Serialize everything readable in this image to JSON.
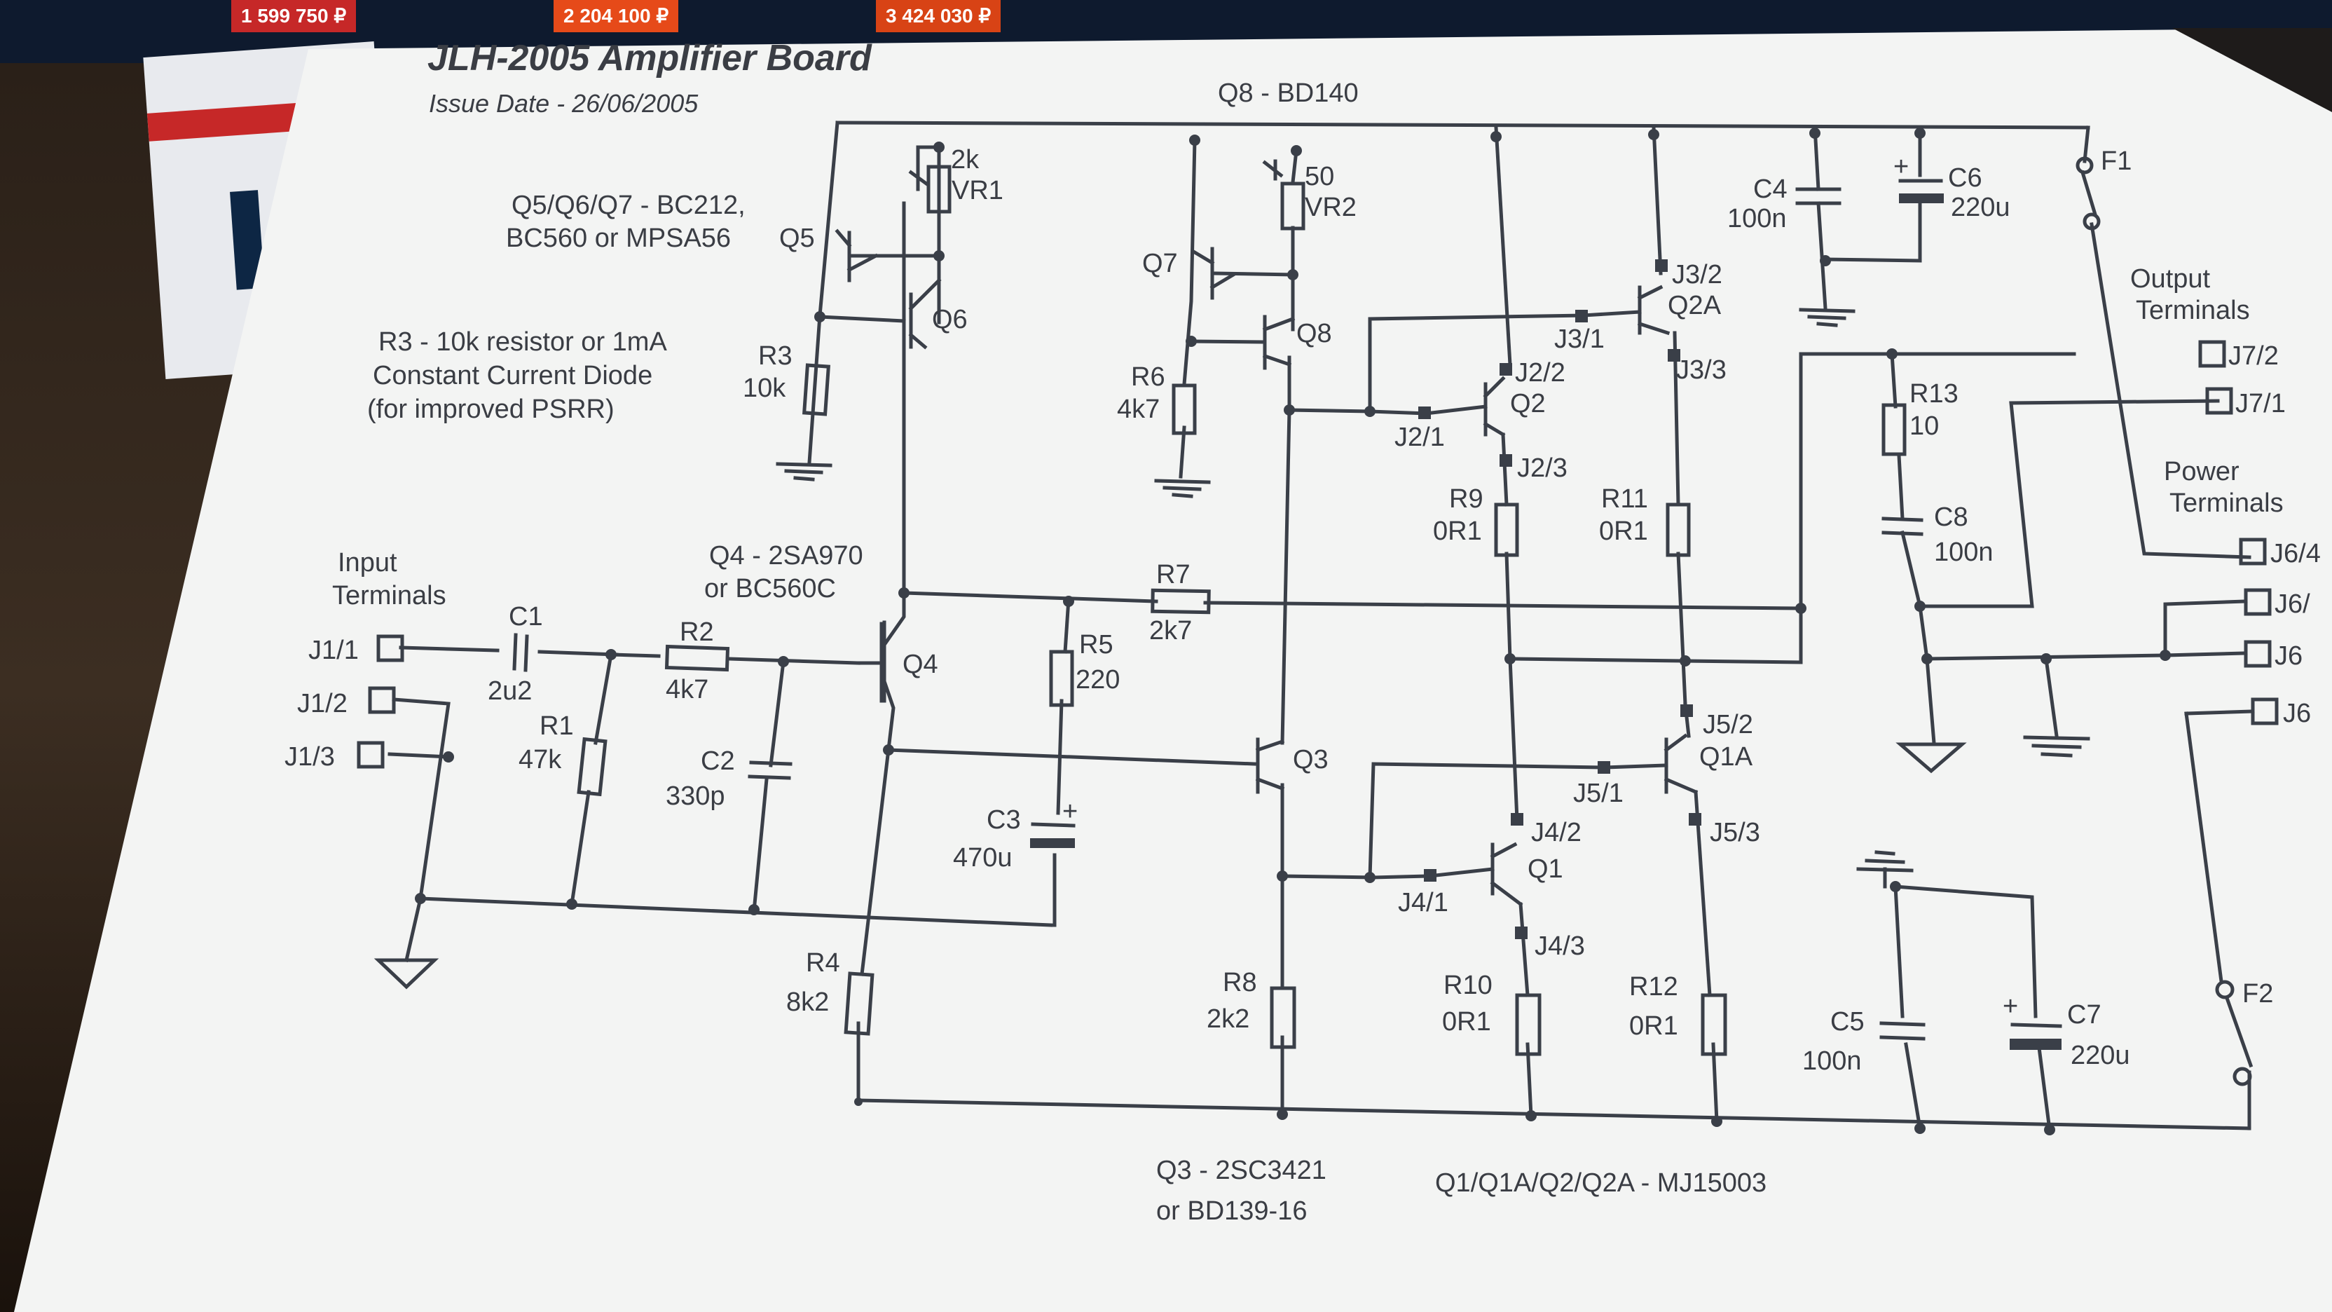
{
  "header": {
    "title": "JLH-2005 Amplifier Board",
    "issue_date": "Issue Date - 26/06/2005",
    "bg_prices": [
      "1 599 750 ₽",
      "2 204 100 ₽",
      "3 424 030 ₽"
    ]
  },
  "notes": {
    "pnp_1": "Q5/Q6/Q7 - BC212,",
    "pnp_2": "BC560 or MPSA56",
    "r3_1": "R3 - 10k resistor or 1mA",
    "r3_2": "Constant Current Diode",
    "r3_3": "(for improved PSRR)",
    "q4_1": "Q4 - 2SA970",
    "q4_2": "or BC560C",
    "q8": "Q8 - BD140",
    "q3_1": "Q3 - 2SC3421",
    "q3_2": "or BD139-16",
    "outputs": "Q1/Q1A/Q2/Q2A - MJ15003"
  },
  "terminals": {
    "input_1": "Input",
    "input_2": "Terminals",
    "output_1": "Output",
    "output_2": "Terminals",
    "power_1": "Power",
    "power_2": "Terminals"
  },
  "components": {
    "c1": "C1",
    "c1v": "2u2",
    "r1": "R1",
    "r1v": "47k",
    "r2": "R2",
    "r2v": "4k7",
    "c2": "C2",
    "c2v": "330p",
    "q4": "Q4",
    "r4": "R4",
    "r4v": "8k2",
    "r5": "R5",
    "r5v": "220",
    "c3": "C3",
    "c3v": "470u",
    "r7": "R7",
    "r7v": "2k7",
    "q5": "Q5",
    "q6": "Q6",
    "vr1v": "2k",
    "vr1": "VR1",
    "r3": "R3",
    "r3v": "10k",
    "q7": "Q7",
    "q8": "Q8",
    "vr2v": "50",
    "vr2": "VR2",
    "r6": "R6",
    "r6v": "4k7",
    "q3": "Q3",
    "r8": "R8",
    "r8v": "2k2",
    "q2": "Q2",
    "q2a": "Q2A",
    "q1": "Q1",
    "q1a": "Q1A",
    "r9": "R9",
    "r9v": "0R1",
    "r10": "R10",
    "r10v": "0R1",
    "r11": "R11",
    "r11v": "0R1",
    "r12": "R12",
    "r12v": "0R1",
    "c4": "C4",
    "c4v": "100n",
    "c6": "C6",
    "c6v": "220u",
    "c5": "C5",
    "c5v": "100n",
    "c7": "C7",
    "c7v": "220u",
    "r13": "R13",
    "r13v": "10",
    "c8": "C8",
    "c8v": "100n",
    "f1": "F1",
    "f2": "F2"
  },
  "pins": {
    "j1_1": "J1/1",
    "j1_2": "J1/2",
    "j1_3": "J1/3",
    "j2_1": "J2/1",
    "j2_2": "J2/2",
    "j2_3": "J2/3",
    "j3_1": "J3/1",
    "j3_2": "J3/2",
    "j3_3": "J3/3",
    "j4_1": "J4/1",
    "j4_2": "J4/2",
    "j4_3": "J4/3",
    "j5_1": "J5/1",
    "j5_2": "J5/2",
    "j5_3": "J5/3",
    "j7_2": "J7/2",
    "j7_1": "J7/1",
    "j6_4": "J6/4",
    "j6_3": "J6/",
    "j6_2": "J6",
    "j6_1": "J6"
  }
}
